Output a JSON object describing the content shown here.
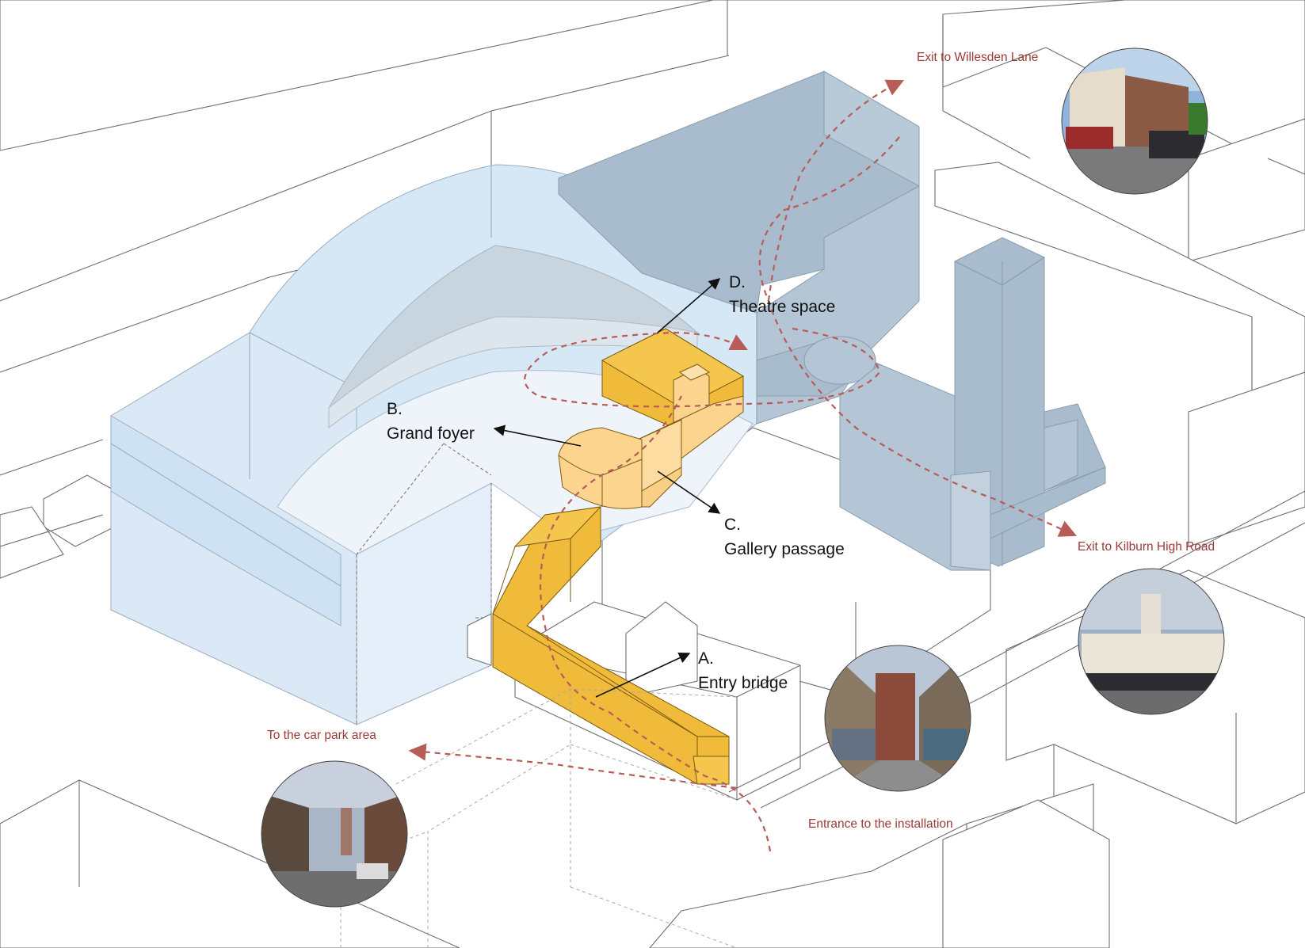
{
  "labels": {
    "a_letter": "A.",
    "a_name": "Entry bridge",
    "b_letter": "B.",
    "b_name": "Grand foyer",
    "c_letter": "C.",
    "c_name": "Gallery passage",
    "d_letter": "D.",
    "d_name": "Theatre space"
  },
  "routes": {
    "exit_willesden": "Exit to Willesden Lane",
    "exit_kilburn": "Exit to Kilburn High Road",
    "car_park": "To the car park area",
    "entrance": "Entrance to the installation"
  },
  "colors": {
    "route": "#b85c58",
    "route_text": "#9a3a36",
    "installation_dark": "#f0bb3a",
    "installation_light": "#fcd48e",
    "building_light": "#d8e8f6",
    "building_grey": "#a9bccd"
  }
}
